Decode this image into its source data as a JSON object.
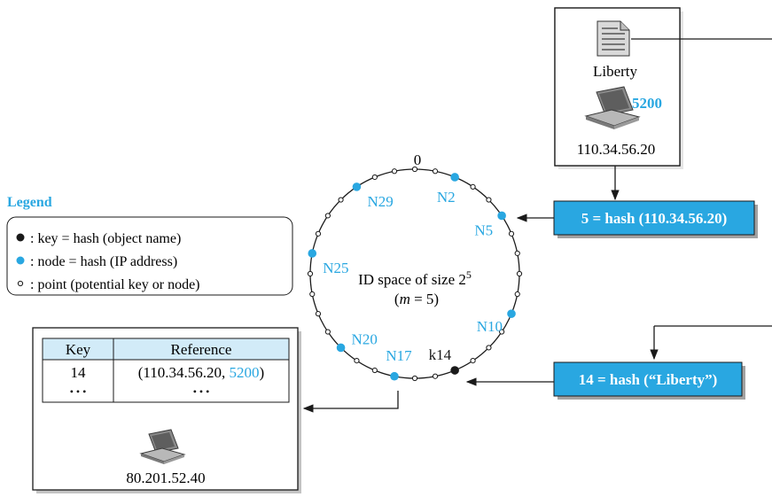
{
  "colors": {
    "accent": "#29a7e1",
    "text": "#1a1a1a",
    "box_fill": "#29a7e1",
    "table_header": "#d2ebf8"
  },
  "ring": {
    "zero_label": "0",
    "caption_line1": "ID space of size 2",
    "caption_exp": "5",
    "caption_line2_open": "(",
    "caption_line2_var": "m",
    "caption_line2_rest": " = 5)",
    "id_space_size": 32,
    "nodes": [
      {
        "id": 2,
        "label": "N2"
      },
      {
        "id": 5,
        "label": "N5"
      },
      {
        "id": 10,
        "label": "N10"
      },
      {
        "id": 17,
        "label": "N17"
      },
      {
        "id": 20,
        "label": "N20"
      },
      {
        "id": 25,
        "label": "N25"
      },
      {
        "id": 29,
        "label": "N29"
      }
    ],
    "keys": [
      {
        "id": 14,
        "label": "k14"
      }
    ]
  },
  "legend": {
    "title": "Legend",
    "items": [
      {
        "type": "key",
        "text": ": key = hash (object name)"
      },
      {
        "type": "node",
        "text": ": node = hash (IP address)"
      },
      {
        "type": "point",
        "text": ": point (potential key or node)"
      }
    ]
  },
  "server": {
    "file_label": "Liberty",
    "port": "5200",
    "ip": "110.34.56.20",
    "icons": [
      "document-icon",
      "laptop-icon"
    ]
  },
  "hash_boxes": {
    "node_hash": "5 = hash (110.34.56.20)",
    "key_hash": "14 = hash (“Liberty”)"
  },
  "table_node": {
    "headers": [
      "Key",
      "Reference"
    ],
    "row_key": "14",
    "row_ref_prefix": "(110.34.56.20, ",
    "row_ref_port": "5200",
    "row_ref_suffix": ")",
    "ellipsis": "• • •",
    "ip": "80.201.52.40"
  }
}
